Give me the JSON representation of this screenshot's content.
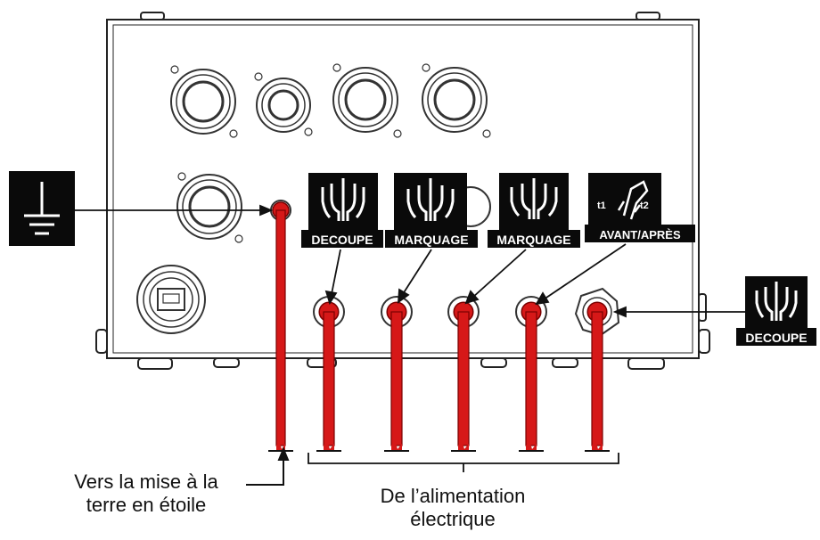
{
  "diagram": {
    "ground_symbol": "ground-icon",
    "callouts": [
      {
        "id": "decoupe-1",
        "text": "DECOUPE",
        "icon": "plasma-torch-icon"
      },
      {
        "id": "marquage-1",
        "text": "MARQUAGE",
        "icon": "marking-torch-icon"
      },
      {
        "id": "marquage-2",
        "text": "MARQUAGE",
        "icon": "marking-torch-icon"
      },
      {
        "id": "avant-apres",
        "text": "AVANT/APRÈS",
        "icon": "torch-sequence-icon",
        "sub_left": "t1",
        "sub_right": "t2"
      },
      {
        "id": "decoupe-2",
        "text": "DECOUPE",
        "icon": "plasma-torch-icon"
      }
    ],
    "captions": {
      "ground_line1": "Vers la mise à la",
      "ground_line2": "terre en étoile",
      "power_line1": "De l’alimentation",
      "power_line2": "électrique"
    },
    "colors": {
      "cable": "#d61818",
      "cable_edge": "#7a0000",
      "label_bg": "#0a0a0a",
      "outline": "#222222"
    }
  }
}
